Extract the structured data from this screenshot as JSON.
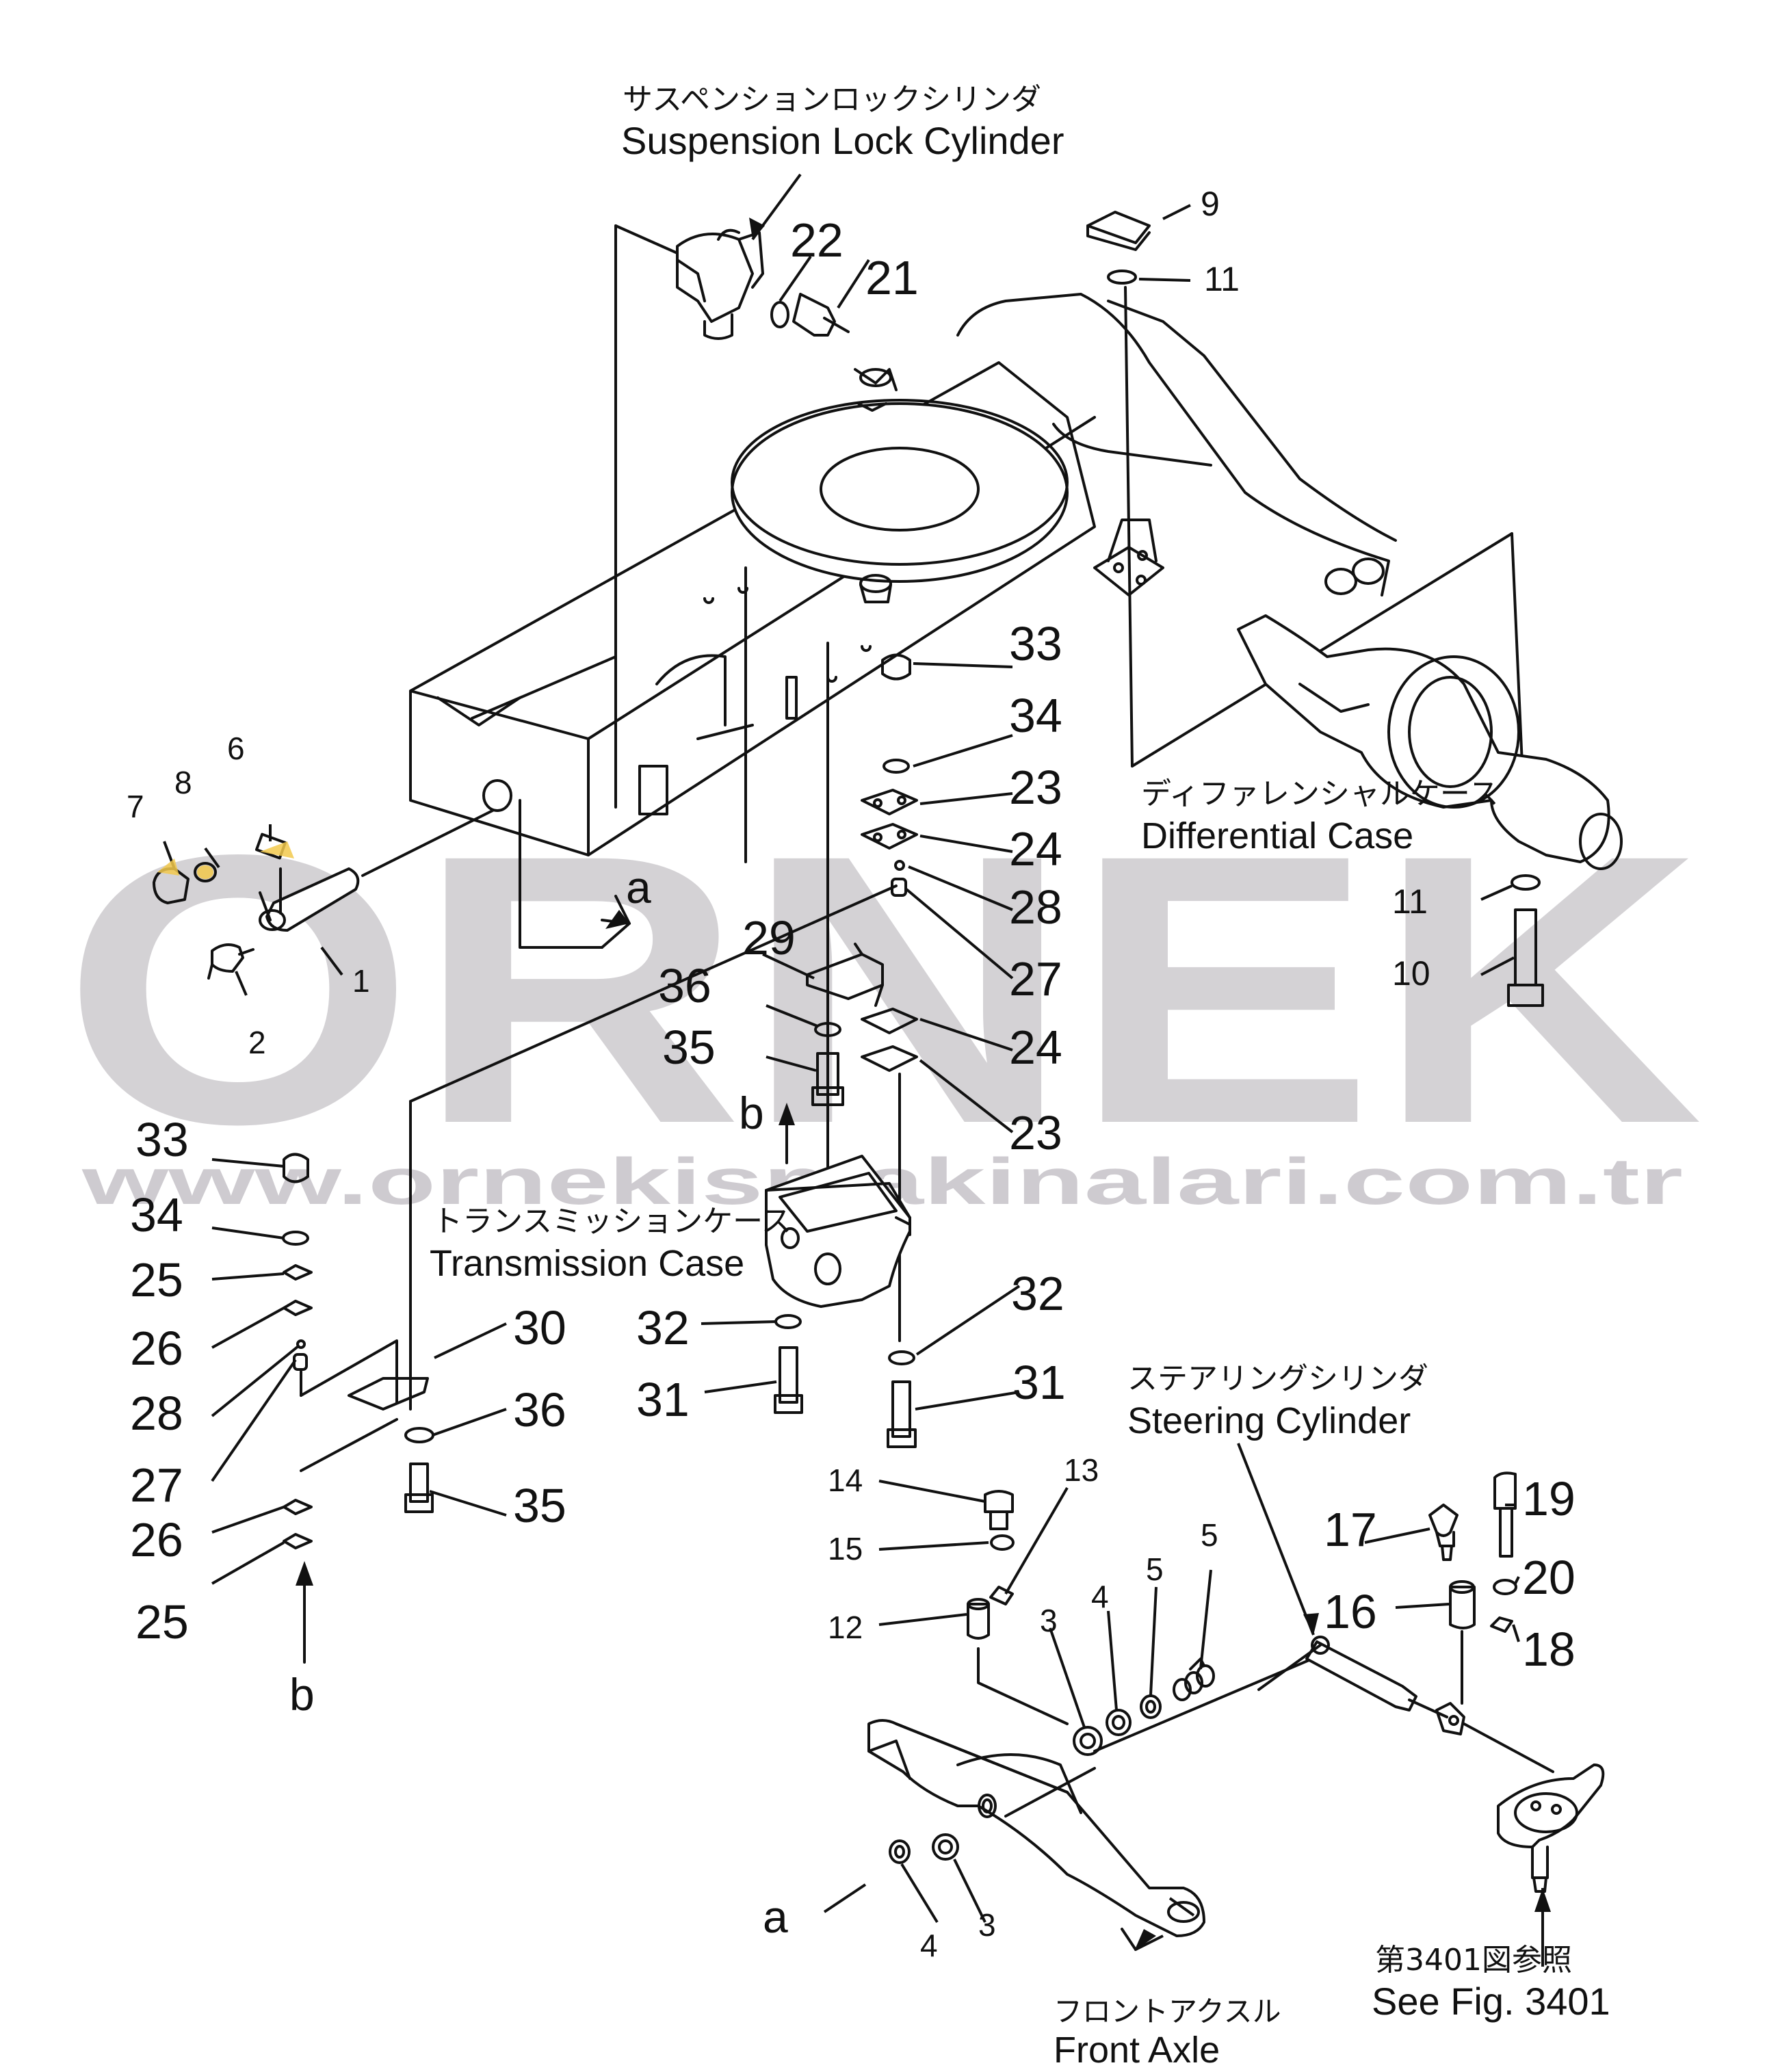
{
  "watermark": {
    "brand": "ORNEK",
    "url": "www.ornekismakinalari.com.tr"
  },
  "labels": {
    "suspension_lock_cylinder_jp": "サスペンションロックシリンダ",
    "suspension_lock_cylinder": "Suspension Lock Cylinder",
    "differential_case_jp": "ディファレンシャルケース",
    "differential_case": "Differential Case",
    "transmission_case_jp": "トランスミッションケース",
    "transmission_case": "Transmission Case",
    "steering_cylinder_jp": "ステアリングシリンダ",
    "steering_cylinder": "Steering Cylinder",
    "front_axle_jp": "フロントアクスル",
    "front_axle": "Front Axle",
    "see_fig_jp": "第3401図参照",
    "see_fig": "See Fig. 3401"
  },
  "markers": [
    "a",
    "a",
    "b",
    "b"
  ],
  "part_numbers": [
    "1",
    "2",
    "6",
    "7",
    "8",
    "22",
    "21",
    "9",
    "11",
    "33",
    "34",
    "23",
    "24",
    "28",
    "27",
    "29",
    "36",
    "35",
    "24",
    "23",
    "11",
    "10",
    "33",
    "34",
    "25",
    "26",
    "28",
    "27",
    "26",
    "25",
    "30",
    "36",
    "35",
    "32",
    "31",
    "32",
    "31",
    "14",
    "13",
    "15",
    "12",
    "3",
    "4",
    "5",
    "5",
    "4",
    "3",
    "17",
    "19",
    "20",
    "16",
    "18"
  ],
  "colors": {
    "line": "#111111",
    "watermark": "#c6c3c8",
    "highlight": "#f2c94c"
  }
}
